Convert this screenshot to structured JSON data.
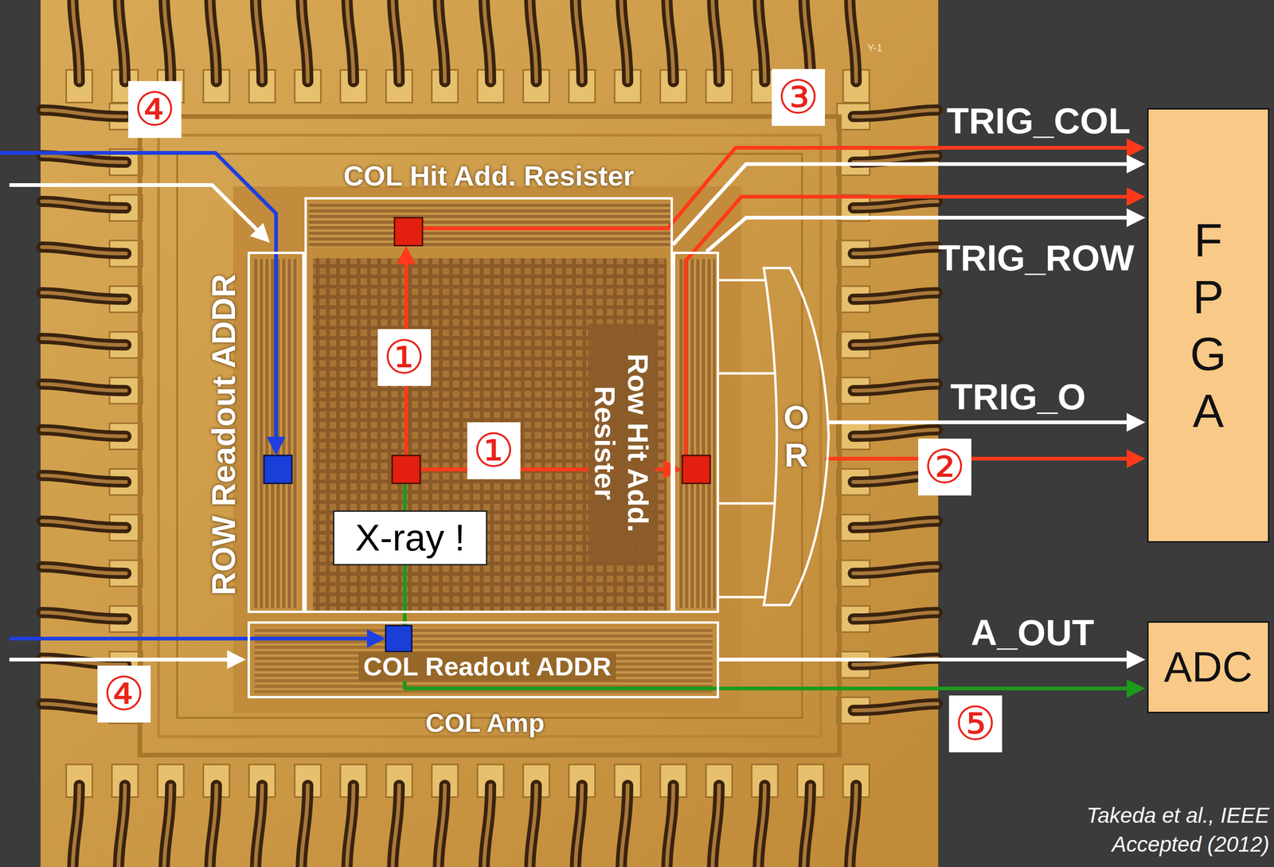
{
  "diagram": {
    "nodes": [
      {
        "text": [
          "FPGA"
        ]
      },
      {
        "text": [
          "ADC"
        ]
      },
      {
        "text": [
          "COL Hit Add. Resister"
        ]
      },
      {
        "text": [
          "Row Hit Add. Resister"
        ]
      },
      {
        "text": [
          "ROW Readout ADDR"
        ]
      },
      {
        "text": [
          "COL Readout ADDR",
          "COL Amp"
        ]
      },
      {
        "text": [
          "OR"
        ]
      },
      {
        "text": [
          "X-ray !"
        ],
        "in": 2
      }
    ],
    "edges": [
      {
        "from": 2,
        "to": 0,
        "arrow": "to"
      },
      {
        "from": 3,
        "to": 0,
        "arrow": "to"
      },
      {
        "from": 6,
        "to": 0,
        "arrow": "to"
      },
      {
        "from": 6,
        "to": 0,
        "arrow": "to"
      },
      {
        "from": 5,
        "to": 1,
        "arrow": "to"
      }
    ],
    "labels": [
      "④",
      "③",
      "Y-1",
      "TRIG_COL",
      "TRIG_ROW",
      "①",
      "①",
      "TRIG_O",
      "②",
      "A_OUT",
      "④",
      "⑤",
      "Takeda et al., IEEE Accepted (2012)"
    ]
  }
}
